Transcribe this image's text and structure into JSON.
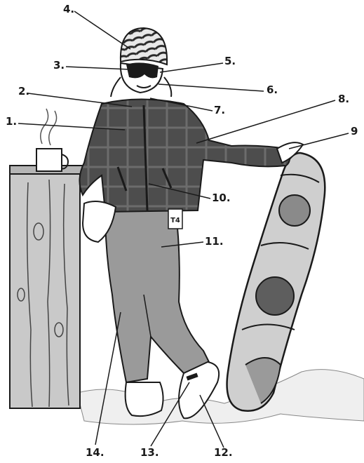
{
  "labels": [
    {
      "number": "1."
    },
    {
      "number": "2."
    },
    {
      "number": "3."
    },
    {
      "number": "4."
    },
    {
      "number": "5."
    },
    {
      "number": "6."
    },
    {
      "number": "7."
    },
    {
      "number": "8."
    },
    {
      "number": "9"
    },
    {
      "number": "10."
    },
    {
      "number": "11."
    },
    {
      "number": "12."
    },
    {
      "number": "13."
    },
    {
      "number": "14."
    }
  ],
  "patch_text": "T4",
  "colors": {
    "ink": "#1a1a1a",
    "jacket": "#4d4d4d",
    "pants": "#9a9a9a",
    "post": "#c9c9c9",
    "board_base": "#cfcfcf",
    "board_circle": "#5e5e5e",
    "snow": "#efefef"
  }
}
